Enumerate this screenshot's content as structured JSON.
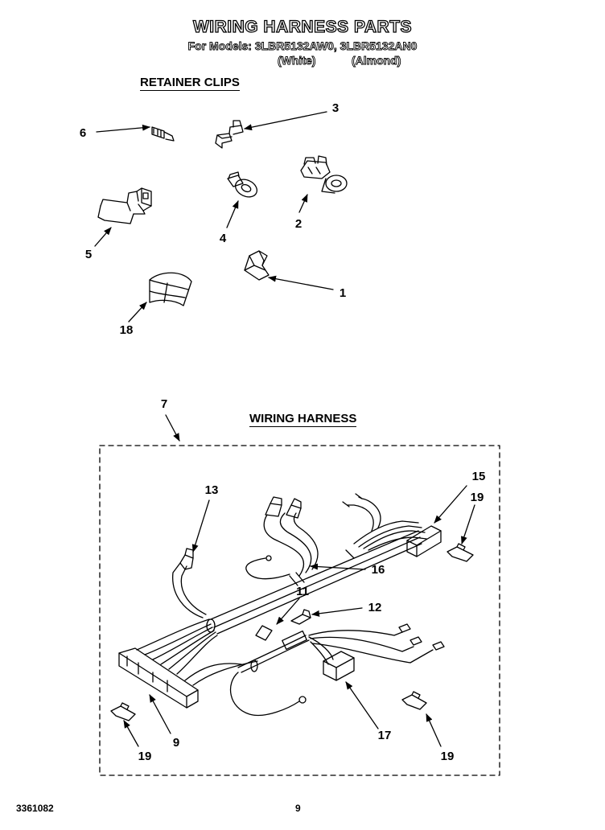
{
  "header": {
    "title": "WIRING HARNESS PARTS",
    "models": "For Models: 3LBR5132AW0, 3LBR5132AN0",
    "variant_white": "(White)",
    "variant_almond": "(Almond)"
  },
  "sections": {
    "retainer_clips": "RETAINER CLIPS",
    "wiring_harness": "WIRING HARNESS"
  },
  "callouts": {
    "c1": "1",
    "c2": "2",
    "c3": "3",
    "c4": "4",
    "c5": "5",
    "c6": "6",
    "c7": "7",
    "c9": "9",
    "c11": "11",
    "c12": "12",
    "c13": "13",
    "c15": "15",
    "c16": "16",
    "c17": "17",
    "c18": "18",
    "c19a": "19",
    "c19b": "19",
    "c19c": "19"
  },
  "footer": {
    "doc_number": "3361082",
    "page_number": "9"
  }
}
